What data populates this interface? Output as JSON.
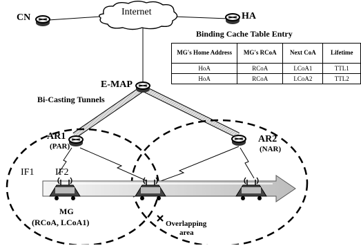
{
  "labels": {
    "cn": "CN",
    "internet": "Internet",
    "ha": "HA",
    "emap": "E-MAP",
    "bicasting": "Bi-Casting Tunnels",
    "ar1": "AR1",
    "par": "(PAR)",
    "ar2": "AR2",
    "nar": "(NAR)",
    "if1": "IF1",
    "if2": "IF2",
    "mg": "MG",
    "mg_addr": "(RCoA, LCoA1)",
    "overlapping_line1": "Overlapping",
    "overlapping_line2": "area"
  },
  "binding_cache": {
    "title": "Binding Cache Table Entry",
    "headers": [
      "MG's Home Address",
      "MG's RCoA",
      "Next CoA",
      "Lifetime"
    ],
    "rows": [
      [
        "HoA",
        "RCoA",
        "LCoA1",
        "TTL1"
      ],
      [
        "HoA",
        "RCoA",
        "LCoA2",
        "TTL2"
      ]
    ]
  }
}
